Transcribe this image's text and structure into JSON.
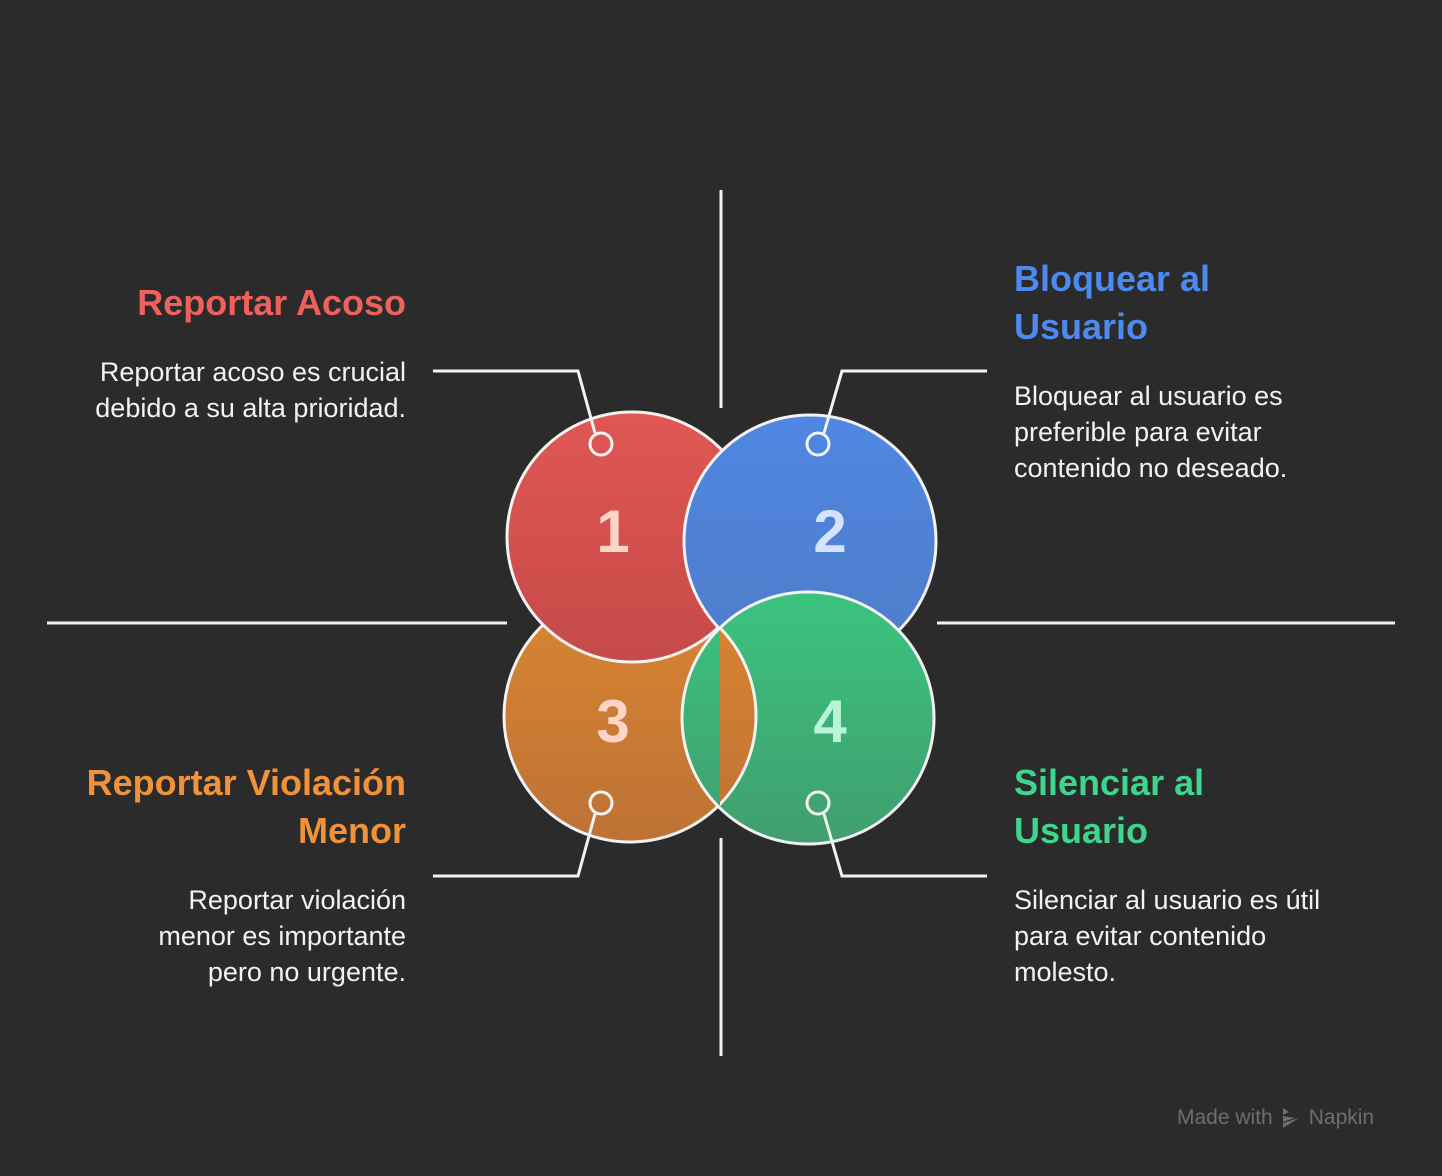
{
  "colors": {
    "background": "#2b2b2b",
    "red": "#f0605c",
    "blue": "#4d8af0",
    "orange": "#f0923a",
    "green": "#3dd68c"
  },
  "items": [
    {
      "number": "1",
      "title": "Reportar Acoso",
      "description": "Reportar acoso es crucial debido a su alta prioridad."
    },
    {
      "number": "2",
      "title": "Bloquear al Usuario",
      "description": "Bloquear al usuario es preferible para evitar contenido no deseado."
    },
    {
      "number": "3",
      "title": "Reportar Violación Menor",
      "description": "Reportar violación menor es importante pero no urgente."
    },
    {
      "number": "4",
      "title": "Silenciar al Usuario",
      "description": "Silenciar al usuario es útil para evitar contenido molesto."
    }
  ],
  "watermark": {
    "prefix": "Made with",
    "brand": "Napkin",
    "icon": "napkin-logo-icon"
  }
}
